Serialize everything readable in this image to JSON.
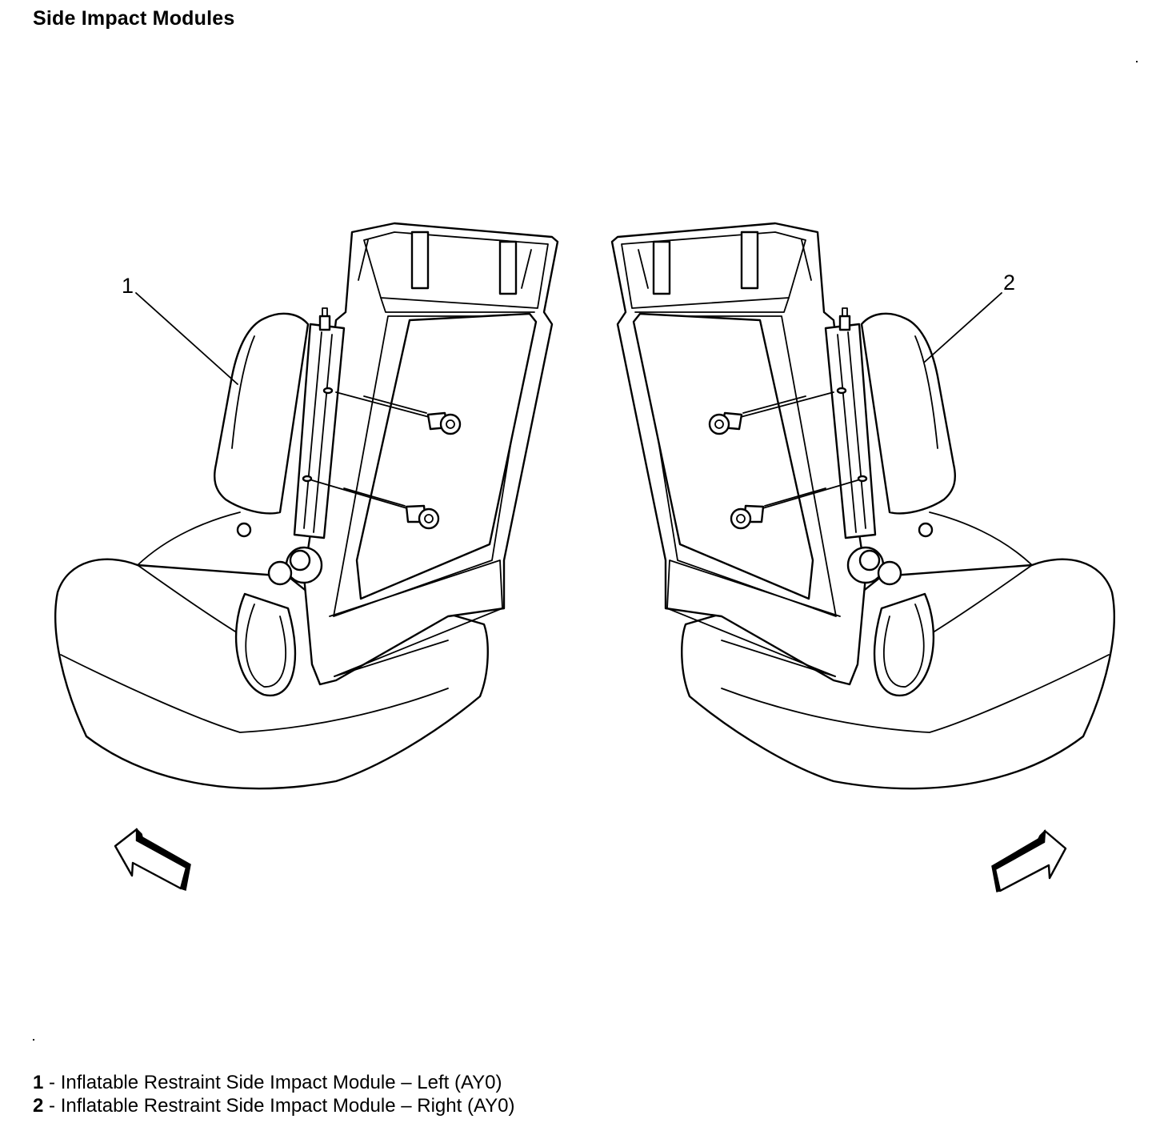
{
  "title": "Side Impact Modules",
  "callouts": [
    {
      "number": "1"
    },
    {
      "number": "2"
    }
  ],
  "legend": [
    {
      "number": "1",
      "separator": " - ",
      "text": "Inflatable Restraint Side Impact Module – Left (AY0)"
    },
    {
      "number": "2",
      "separator": " - ",
      "text": "Inflatable Restraint Side Impact Module – Right (AY0)"
    }
  ],
  "icons": {
    "left_arrow": "forward-arrow-icon",
    "right_arrow": "forward-arrow-icon"
  }
}
